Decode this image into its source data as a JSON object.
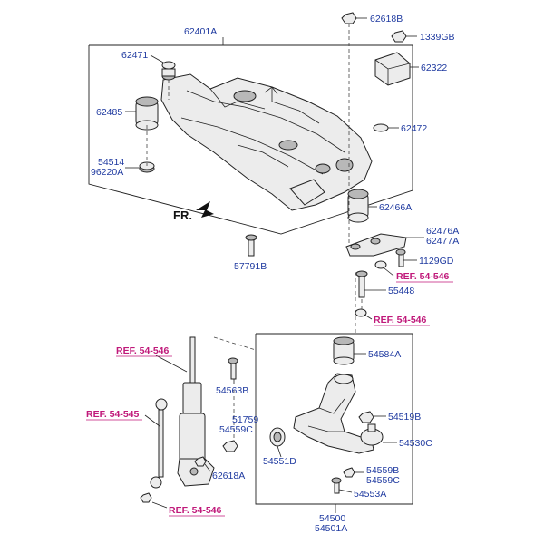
{
  "labels": {
    "l_62401A": "62401A",
    "l_62618B": "62618B",
    "l_1339GB": "1339GB",
    "l_62471": "62471",
    "l_62322": "62322",
    "l_62485": "62485",
    "l_62472": "62472",
    "l_54514": "54514",
    "l_96220A": "96220A",
    "l_62466A": "62466A",
    "l_62476A": "62476A",
    "l_62477A": "62477A",
    "l_1129GD": "1129GD",
    "l_57791B": "57791B",
    "l_55448": "55448",
    "l_54584A": "54584A",
    "l_54563B": "54563B",
    "l_51759": "51759",
    "l_54559C_a": "54559C",
    "l_54519B": "54519B",
    "l_54530C": "54530C",
    "l_54551D": "54551D",
    "l_62618A": "62618A",
    "l_54559B": "54559B",
    "l_54559C_b": "54559C",
    "l_54553A": "54553A",
    "l_54500": "54500",
    "l_54501A": "54501A"
  },
  "refs": {
    "r1": "REF. 54-546",
    "r2": "REF. 54-546",
    "r3": "REF. 54-546",
    "r4": "REF. 54-545",
    "r5": "REF. 54-546"
  },
  "direction_marker": "FR."
}
